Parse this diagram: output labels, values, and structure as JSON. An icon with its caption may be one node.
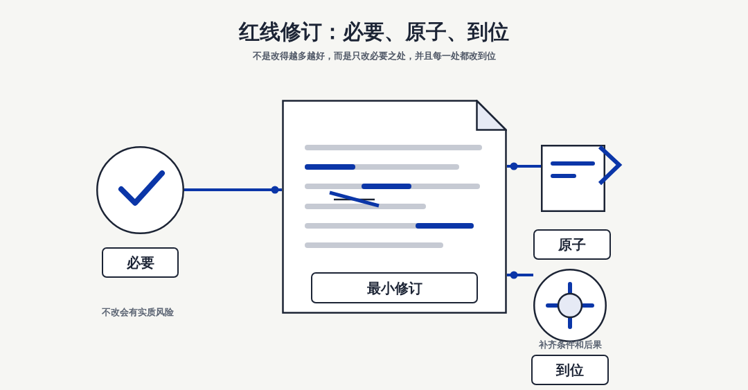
{
  "diagram": {
    "title": "红线修订：必要、原子、到位",
    "nodes": [
      {
        "text": [],
        "shape": "circle"
      },
      {
        "text": [
          "必要"
        ],
        "beside": [
          "不改会有实质风险"
        ]
      },
      {
        "text": [],
        "shape": "document"
      },
      {
        "text": [
          "最小修订"
        ],
        "in": 2
      },
      {
        "text": [],
        "shape": "box"
      },
      {
        "text": [
          "原子"
        ]
      },
      {
        "text": [],
        "shape": "circle",
        "beside": [
          "补齐条件和后果"
        ]
      },
      {
        "text": [
          "到位"
        ]
      }
    ],
    "edges": [
      {
        "from": 0,
        "to": 2,
        "arrow": "other"
      },
      {
        "from": 4,
        "to": 2,
        "arrow": "other"
      },
      {
        "from": 6,
        "to": 2,
        "arrow": "other"
      }
    ],
    "labels": [
      "不是改得越多越好，而是只改必要之处，并且每一处都改到位"
    ]
  }
}
